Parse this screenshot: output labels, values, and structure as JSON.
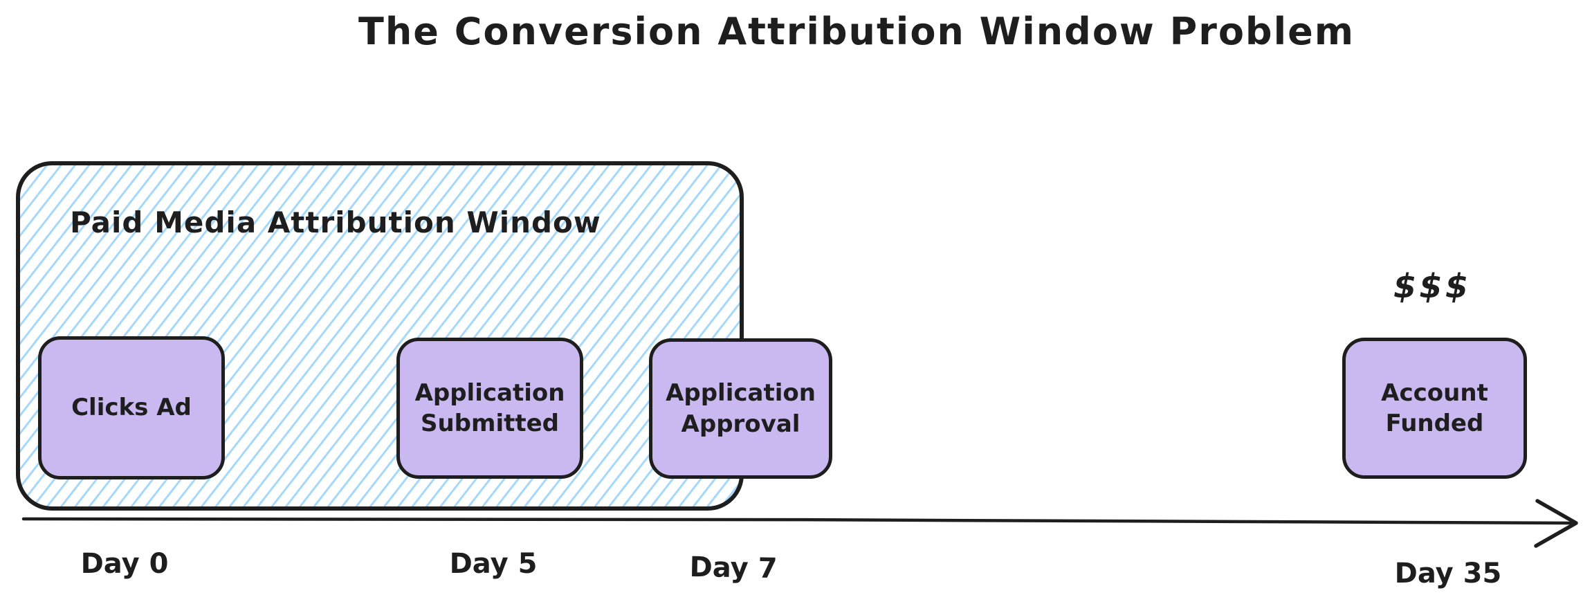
{
  "title": "The Conversion Attribution Window Problem",
  "attribution_window": {
    "label": "Paid Media Attribution Window"
  },
  "events": [
    {
      "id": "clicks-ad",
      "label": "Clicks Ad",
      "day": "Day 0",
      "inside_window": true
    },
    {
      "id": "application-submitted",
      "label": "Application Submitted",
      "day": "Day 5",
      "inside_window": true
    },
    {
      "id": "application-approval",
      "label": "Application Approval",
      "day": "Day 7",
      "inside_window": "partially - straddles window edge"
    },
    {
      "id": "account-funded",
      "label": "Account Funded",
      "day": "Day 35",
      "inside_window": false
    }
  ],
  "annotations": {
    "money": "$$$"
  },
  "timeline": {
    "day_labels": [
      "Day 0",
      "Day 5",
      "Day 7",
      "Day 35"
    ]
  },
  "colors": {
    "ink": "#1e1e1e",
    "event_box_fill": "#cab8f0",
    "window_hatch_blue": "#a5d8fa",
    "background": "#ffffff"
  }
}
